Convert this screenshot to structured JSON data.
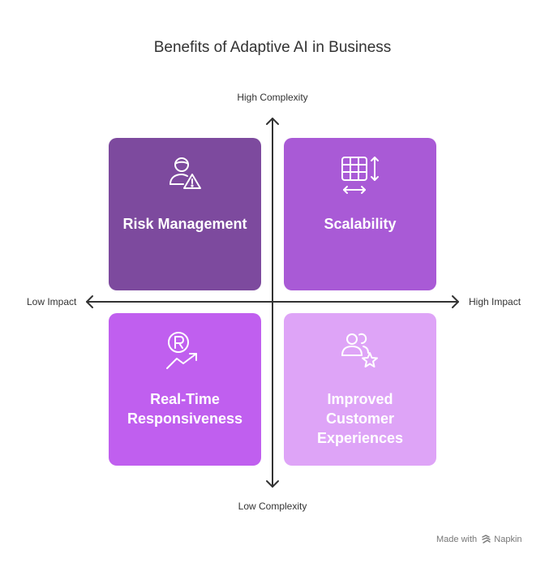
{
  "title": "Benefits of Adaptive AI in Business",
  "axes": {
    "top": "High Complexity",
    "bottom": "Low Complexity",
    "left": "Low Impact",
    "right": "High Impact"
  },
  "quadrants": [
    {
      "label": "Risk Management",
      "icon": "user-warning-icon",
      "color": "#7d4a9e"
    },
    {
      "label": "Scalability",
      "icon": "table-resize-icon",
      "color": "#a95ad6"
    },
    {
      "label": "Real-Time\nResponsiveness",
      "icon": "registered-trend-icon",
      "color": "#c05fef"
    },
    {
      "label": "Improved\nCustomer\nExperiences",
      "icon": "users-star-icon",
      "color": "#dea4f7"
    }
  ],
  "footer": {
    "made_with": "Made with",
    "brand": "Napkin",
    "brand_icon": "napkin-logo-icon"
  }
}
